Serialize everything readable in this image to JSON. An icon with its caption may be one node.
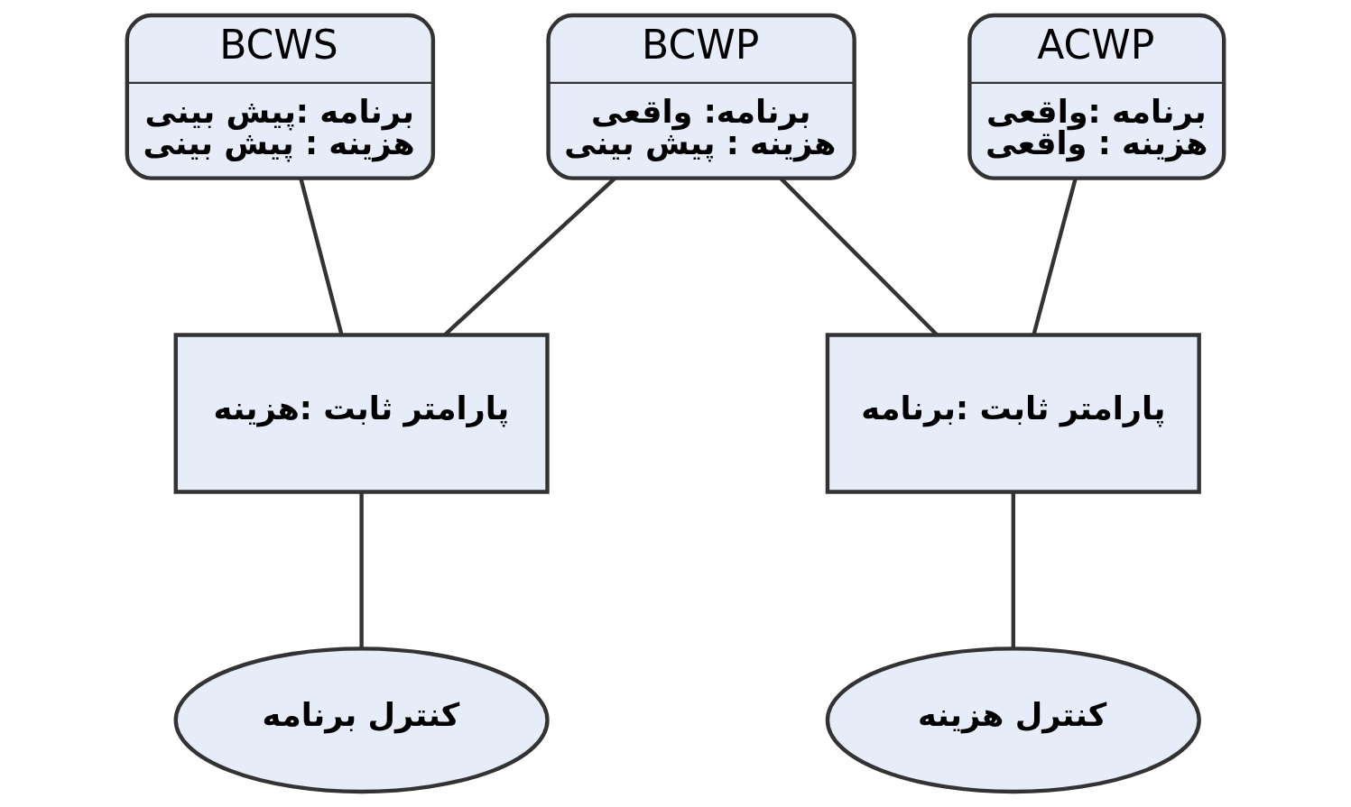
{
  "diagram": {
    "nodes": [
      {
        "text": [
          "BCWS",
          "برنامه :پیش بینی",
          "هزینه : پیش بینی"
        ]
      },
      {
        "text": [
          "BCWP",
          "برنامه: واقعی",
          "هزینه : پیش بینی"
        ]
      },
      {
        "text": [
          "ACWP",
          "برنامه :واقعی",
          "هزینه : واقعی"
        ]
      },
      {
        "text": [
          "پارامتر ثابت :هزینه"
        ]
      },
      {
        "text": [
          "پارامتر ثابت :برنامه"
        ]
      },
      {
        "text": [
          "کنترل برنامه"
        ]
      },
      {
        "text": [
          "کنترل هزینه"
        ]
      }
    ],
    "edges": [
      {
        "from": 0,
        "to": 3,
        "arrow": "none"
      },
      {
        "from": 1,
        "to": 3,
        "arrow": "none"
      },
      {
        "from": 1,
        "to": 4,
        "arrow": "none"
      },
      {
        "from": 2,
        "to": 4,
        "arrow": "none"
      },
      {
        "from": 3,
        "to": 5,
        "arrow": "none"
      },
      {
        "from": 4,
        "to": 6,
        "arrow": "none"
      }
    ]
  }
}
